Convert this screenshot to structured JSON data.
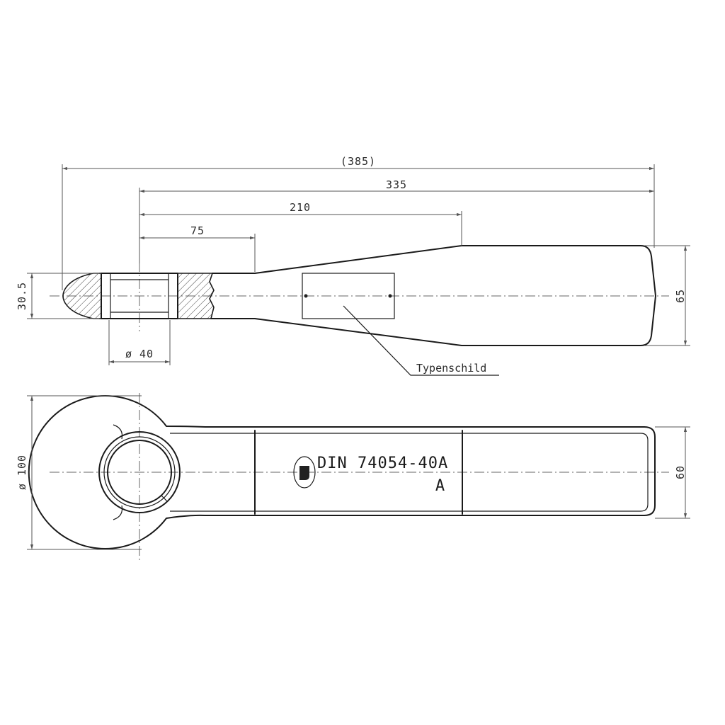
{
  "dimensions": {
    "overall_length": "(385)",
    "length_335": "335",
    "length_210": "210",
    "length_75": "75",
    "thread_diameter": "ø 40",
    "shank_height": "30.5",
    "blade_height_top": "65",
    "eye_diameter": "ø 100",
    "blade_height_bottom": "60"
  },
  "labels": {
    "nameplate": "Typenschild"
  },
  "marking": {
    "line1": "DIN 74054-40A",
    "line2": "A"
  }
}
